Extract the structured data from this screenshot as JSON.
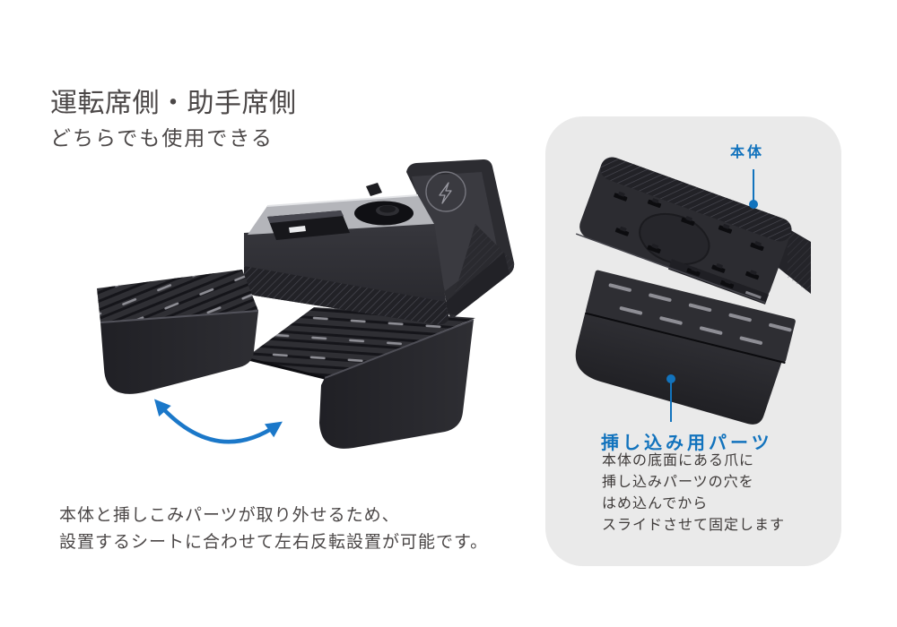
{
  "header": {
    "title": "運転席側・助手席側",
    "subtitle": "どちらでも使用できる"
  },
  "caption": {
    "line1": "本体と挿しこみパーツが取り外せるため、",
    "line2": "設置するシートに合わせて左右反転設置が可能です。"
  },
  "panel": {
    "body_label": "本体",
    "insert_label": "挿し込み用パーツ",
    "description_lines": [
      "本体の底面にある爪に",
      "挿し込みパーツの穴を",
      "はめ込んでから",
      "スライドさせて固定します"
    ]
  },
  "icons": {
    "swap_arrow": "curved-double-headed-arrow",
    "charging_bolt": "lightning-bolt-in-circle",
    "pointer_body": "label-line-with-dot",
    "pointer_insert": "label-line-with-dot"
  },
  "colors": {
    "accent_blue": "#1273BD",
    "arrow_blue": "#1B78C9",
    "panel_bg": "#EAEAEA",
    "text_primary": "#4B4747",
    "text_secondary": "#3E3A39",
    "product_dark": "#2B2B30"
  }
}
